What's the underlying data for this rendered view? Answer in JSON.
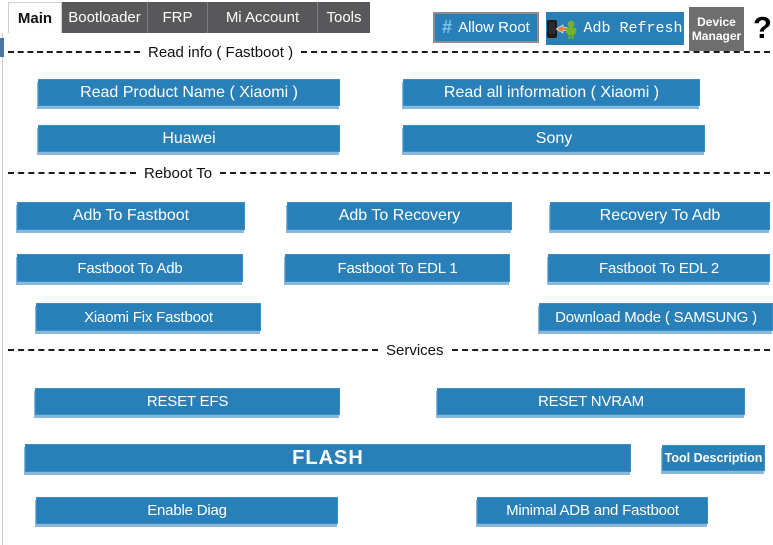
{
  "tabs": [
    {
      "label": "Main",
      "active": true
    },
    {
      "label": "Bootloader",
      "active": false
    },
    {
      "label": "FRP",
      "active": false
    },
    {
      "label": "Mi Account",
      "active": false
    },
    {
      "label": "Tools",
      "active": false
    }
  ],
  "toolbar": {
    "allow_root": {
      "icon": "#",
      "label": "Allow Root"
    },
    "adb_refresh": {
      "label": "Adb Refresh"
    },
    "device_manager": {
      "line1": "Device",
      "line2": "Manager"
    },
    "help": "?"
  },
  "sections": [
    {
      "title": "Read info ( Fastboot )",
      "buttons": [
        {
          "label": "Read Product Name ( Xiaomi )"
        },
        {
          "label": "Read all information ( Xiaomi )"
        },
        {
          "label": "Huawei"
        },
        {
          "label": "Sony"
        }
      ]
    },
    {
      "title": "Reboot To",
      "buttons": [
        {
          "label": "Adb To Fastboot"
        },
        {
          "label": "Adb To Recovery"
        },
        {
          "label": "Recovery To Adb"
        },
        {
          "label": "Fastboot To Adb"
        },
        {
          "label": "Fastboot To EDL 1"
        },
        {
          "label": "Fastboot To EDL 2"
        },
        {
          "label": "Xiaomi Fix Fastboot"
        },
        {
          "label": "Download Mode ( SAMSUNG )"
        }
      ]
    },
    {
      "title": "Services",
      "buttons": [
        {
          "label": "RESET EFS"
        },
        {
          "label": "RESET NVRAM"
        },
        {
          "label": "FLASH"
        },
        {
          "label": "Tool Description"
        },
        {
          "label": "Enable Diag"
        },
        {
          "label": "Minimal ADB and Fastboot"
        }
      ]
    }
  ],
  "colors": {
    "button_blue": "#2980b9",
    "button_edge_blue": "#8ab8dc",
    "tab_gray": "#58585a",
    "device_manager_gray": "#6e6e6e",
    "allow_root_hash_blue": "#7fc4ea"
  }
}
